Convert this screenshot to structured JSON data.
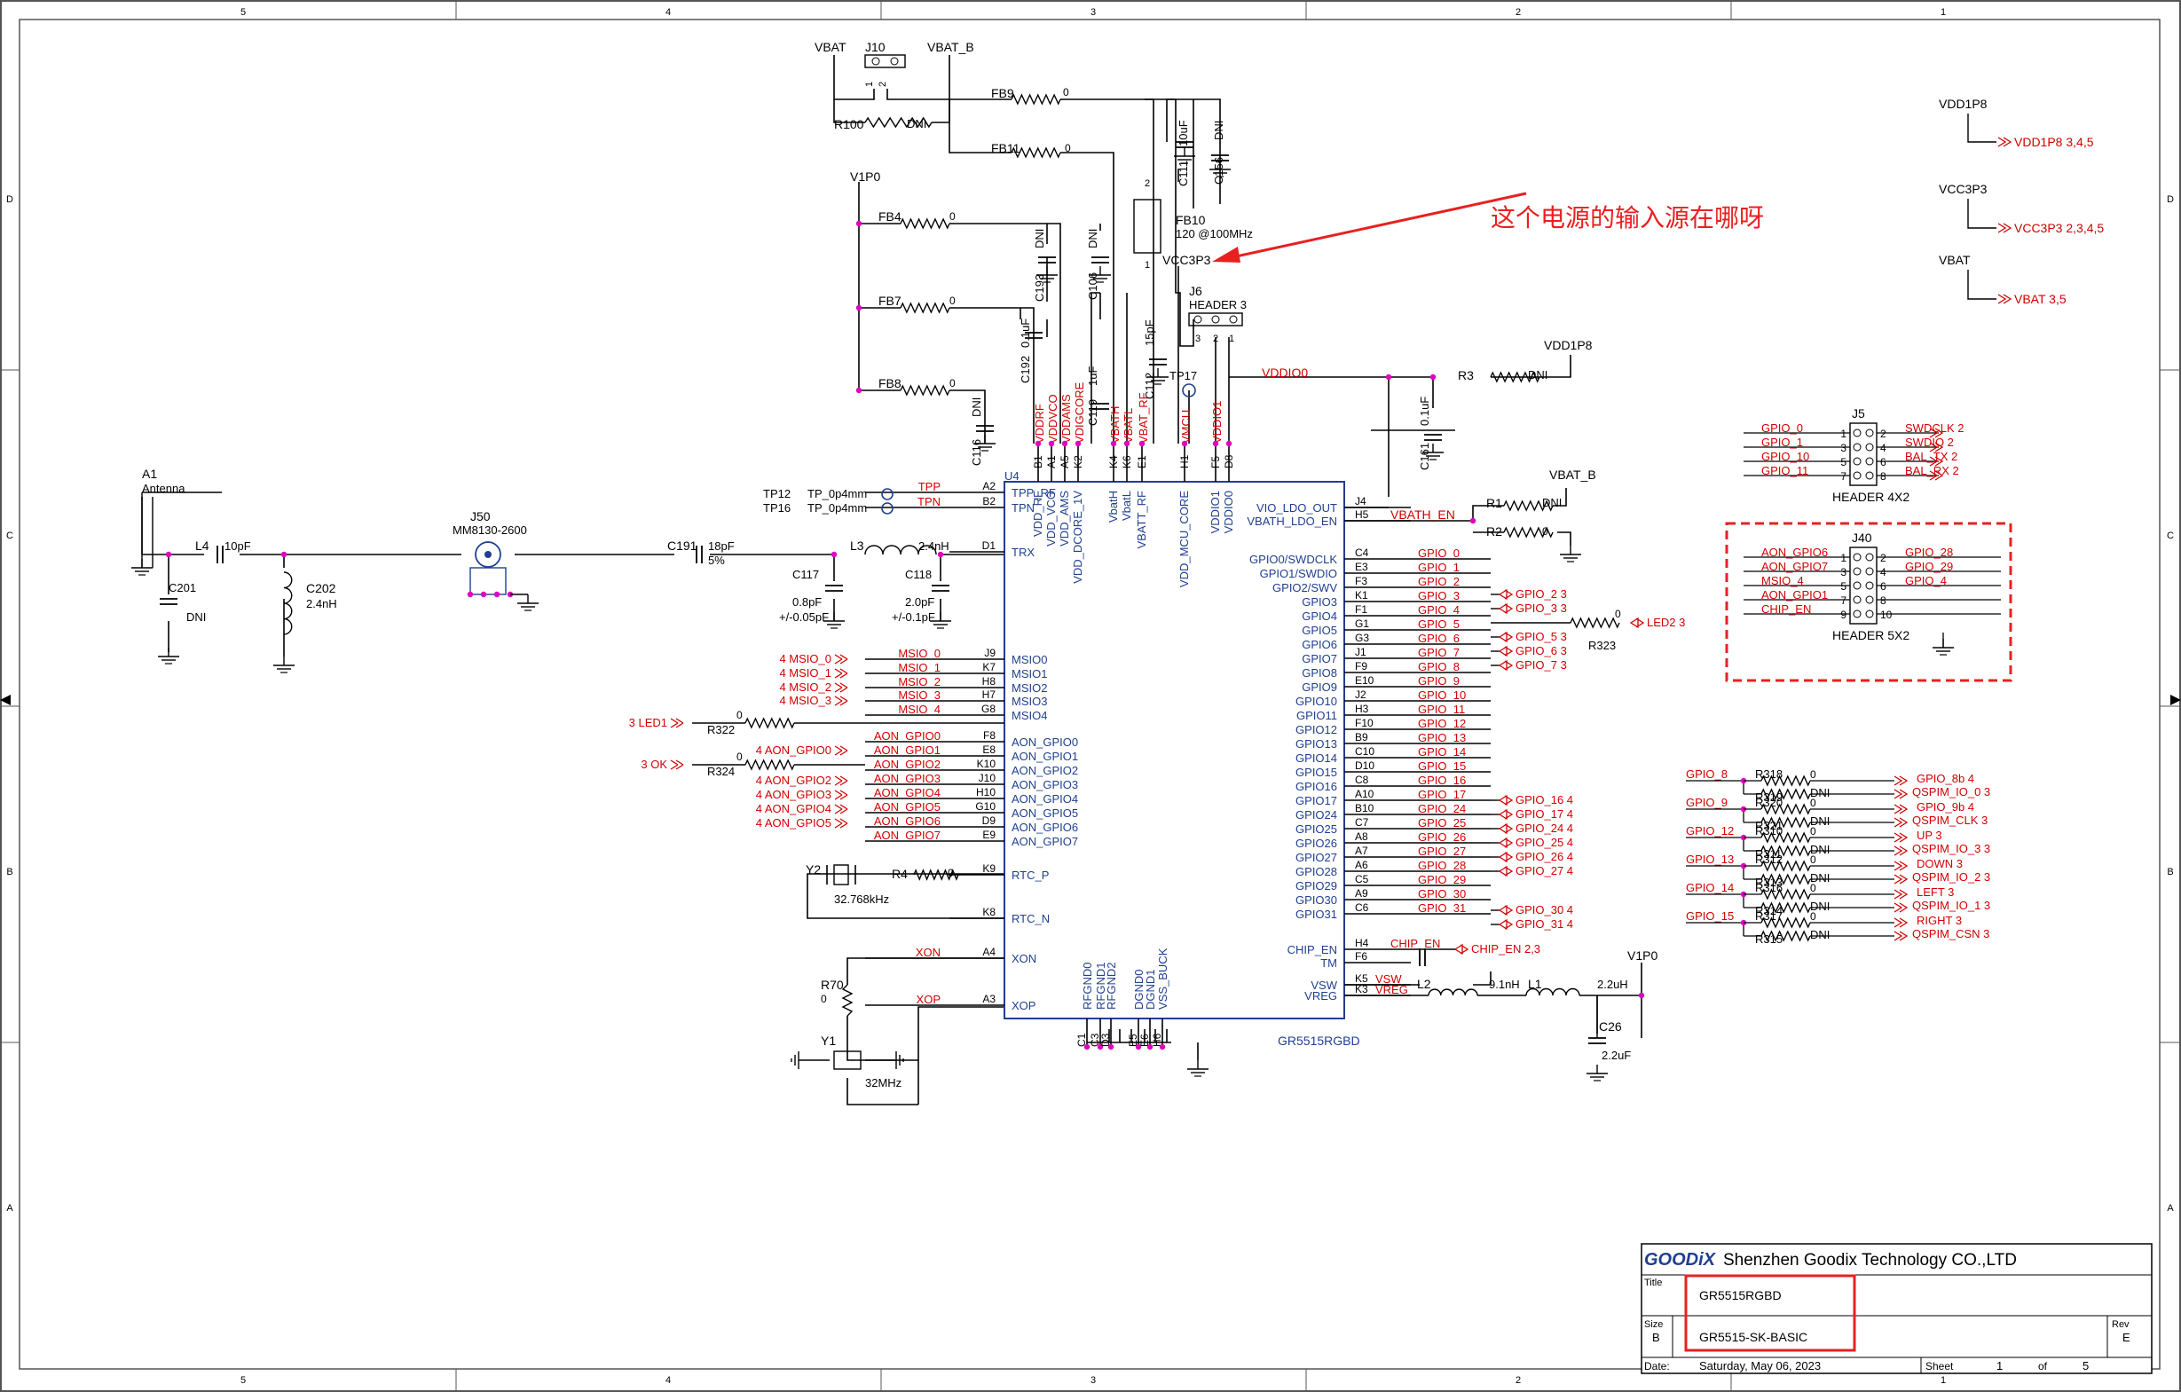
{
  "colors": {
    "red": "#d10000",
    "blue": "#1f3f8f",
    "green": "#6b8f00",
    "black": "#000000",
    "magenta": "#e000c0",
    "callout": "#e82020"
  },
  "border": {
    "columns_top": [
      "5",
      "4",
      "3",
      "2",
      "1"
    ],
    "rows_left": [
      "D",
      "C",
      "B",
      "A"
    ]
  },
  "power": {
    "vbat": "VBAT",
    "vbat_b": "VBAT_B",
    "v1p0": "V1P0",
    "vddio0": "VDDIO0",
    "vdd1p8": "VDD1P8",
    "vcc3p3": "VCC3P3",
    "vbath_en": "VBATH_EN",
    "vbat_b2": "VBAT_B",
    "v1p0_2": "V1P0",
    "vdd1p8_2": "VDD1P8"
  },
  "offpage": [
    {
      "net": "VDD1P8",
      "ref": "VDD1P8  3,4,5"
    },
    {
      "net": "VCC3P3",
      "ref": "VCC3P3  2,3,4,5"
    },
    {
      "net": "VBAT",
      "ref": "VBAT  3,5"
    }
  ],
  "parts": {
    "j10": "J10",
    "r100": "R100",
    "dni": "DNI",
    "fb9": "FB9",
    "fb11": "FB11",
    "zero": "0",
    "c111": "C111",
    "c111v": "10uF",
    "c156": "C156",
    "fb10": "FB10",
    "fb10v": "120 @100MHz",
    "fb4": "FB4",
    "fb7": "FB7",
    "fb8": "FB8",
    "c193": "C193",
    "c192": "C192",
    "c192v": "0.1uF",
    "c106": "C106",
    "c119": "C119",
    "c119v": "1uF",
    "c116": "C116",
    "c112": "C112",
    "c112v": "15pF",
    "tp17": "TP17",
    "j6": "J6",
    "j6v": "HEADER 3",
    "r3": "R3",
    "c161": "C161",
    "c161v": "0.1uF",
    "r1": "R1",
    "r2": "R2",
    "u4": "U4",
    "a1": "A1",
    "a1v": "Antenna",
    "j50": "J50",
    "j50v": "MM8130-2600",
    "l4": "L4",
    "l4v": "10pF",
    "c201": "C201",
    "c202": "C202",
    "c202v": "2.4nH",
    "c191": "C191",
    "c191v": "18pF",
    "c191t": "5%",
    "l3": "L3",
    "l3v": "2.4nH",
    "c117": "C117",
    "c117v": "0.8pF",
    "c117t": "+/-0.05pF",
    "c118": "C118",
    "c118v": "2.0pF",
    "c118t": "+/-0.1pF",
    "tp12": "TP12",
    "tp16": "TP16",
    "tp0p4": "TP_0p4mm",
    "r322": "R322",
    "r324": "R324",
    "r323": "R323",
    "y2": "Y2",
    "y2v": "32.768kHz",
    "r4": "R4",
    "r70": "R70",
    "y1": "Y1",
    "y1v": "32MHz",
    "l2": "L2",
    "l2v": "9.1nH",
    "l1": "L1",
    "l1v": "2.2uH",
    "c26": "C26",
    "c26v": "2.2uF",
    "j5": "J5",
    "j5v": "HEADER 4X2",
    "j40": "J40",
    "j40v": "HEADER 5X2",
    "chip": "GR5515RGBD"
  },
  "chip_top_pins": [
    {
      "num": "B1",
      "name": "VDD_RF"
    },
    {
      "num": "A1",
      "name": "VDD_VCO"
    },
    {
      "num": "A5",
      "name": "VDD_AMS"
    },
    {
      "num": "K2",
      "name": "VDD_DCORE_1V"
    },
    {
      "num": "K4",
      "name": "VbatH"
    },
    {
      "num": "K6",
      "name": "VbatL"
    },
    {
      "num": "E1",
      "name": "VBATT_RF"
    },
    {
      "num": "H1",
      "name": "VDD_MCU_CORE"
    },
    {
      "num": "F5",
      "name": "VDDIO1"
    },
    {
      "num": "D8",
      "name": "VDDIO0"
    }
  ],
  "chip_top_nets": [
    "VDDRF",
    "VDDVCO",
    "VDDAMS",
    "VDIGCORE",
    "VBATH",
    "VBATL",
    "VBAT_RF",
    "VMCU",
    "VDDIO1"
  ],
  "chip_left_pins": [
    {
      "num": "A2",
      "name": "TPP_RF",
      "net": "TPP"
    },
    {
      "num": "B2",
      "name": "TPN",
      "net": "TPN"
    },
    {
      "num": "D1",
      "name": "TRX",
      "net": ""
    },
    {
      "num": "J9",
      "name": "MSIO0",
      "net": "MSIO_0"
    },
    {
      "num": "K7",
      "name": "MSIO1",
      "net": "MSIO_1"
    },
    {
      "num": "H8",
      "name": "MSIO2",
      "net": "MSIO_2"
    },
    {
      "num": "H7",
      "name": "MSIO3",
      "net": "MSIO_3"
    },
    {
      "num": "G8",
      "name": "MSIO4",
      "net": "MSIO_4"
    },
    {
      "num": "F8",
      "name": "AON_GPIO0",
      "net": "AON_GPIO0"
    },
    {
      "num": "E8",
      "name": "AON_GPIO1",
      "net": "AON_GPIO1"
    },
    {
      "num": "K10",
      "name": "AON_GPIO2",
      "net": "AON_GPIO2"
    },
    {
      "num": "J10",
      "name": "AON_GPIO3",
      "net": "AON_GPIO3"
    },
    {
      "num": "H10",
      "name": "AON_GPIO4",
      "net": "AON_GPIO4"
    },
    {
      "num": "G10",
      "name": "AON_GPIO5",
      "net": "AON_GPIO5"
    },
    {
      "num": "D9",
      "name": "AON_GPIO6",
      "net": "AON_GPIO6"
    },
    {
      "num": "E9",
      "name": "AON_GPIO7",
      "net": "AON_GPIO7"
    },
    {
      "num": "K9",
      "name": "RTC_P",
      "net": ""
    },
    {
      "num": "K8",
      "name": "RTC_N",
      "net": ""
    },
    {
      "num": "A4",
      "name": "XON",
      "net": "XON"
    },
    {
      "num": "A3",
      "name": "XOP",
      "net": "XOP"
    }
  ],
  "left_offpage": [
    {
      "label": "4  MSIO_0"
    },
    {
      "label": "4  MSIO_1"
    },
    {
      "label": "4  MSIO_2"
    },
    {
      "label": "4  MSIO_3"
    },
    {
      "label": "3  LED1"
    },
    {
      "label": "4  AON_GPIO0"
    },
    {
      "label": "3  OK"
    },
    {
      "label": "4  AON_GPIO2"
    },
    {
      "label": "4  AON_GPIO3"
    },
    {
      "label": "4  AON_GPIO4"
    },
    {
      "label": "4  AON_GPIO5"
    }
  ],
  "chip_right_pins": [
    {
      "num": "J4",
      "name": "VIO_LDO_OUT",
      "net": ""
    },
    {
      "num": "H5",
      "name": "VBATH_LDO_EN",
      "net": "VBATH_EN"
    },
    {
      "num": "C4",
      "name": "GPIO0/SWDCLK",
      "net": "GPIO_0"
    },
    {
      "num": "E3",
      "name": "GPIO1/SWDIO",
      "net": "GPIO_1"
    },
    {
      "num": "F3",
      "name": "GPIO2/SWV",
      "net": "GPIO_2"
    },
    {
      "num": "K1",
      "name": "GPIO3",
      "net": "GPIO_3"
    },
    {
      "num": "F1",
      "name": "GPIO4",
      "net": "GPIO_4"
    },
    {
      "num": "G1",
      "name": "GPIO5",
      "net": "GPIO_5"
    },
    {
      "num": "G3",
      "name": "GPIO6",
      "net": "GPIO_6"
    },
    {
      "num": "J1",
      "name": "GPIO7",
      "net": "GPIO_7"
    },
    {
      "num": "F9",
      "name": "GPIO8",
      "net": "GPIO_8"
    },
    {
      "num": "E10",
      "name": "GPIO9",
      "net": "GPIO_9"
    },
    {
      "num": "J2",
      "name": "GPIO10",
      "net": "GPIO_10"
    },
    {
      "num": "H3",
      "name": "GPIO11",
      "net": "GPIO_11"
    },
    {
      "num": "F10",
      "name": "GPIO12",
      "net": "GPIO_12"
    },
    {
      "num": "B9",
      "name": "GPIO13",
      "net": "GPIO_13"
    },
    {
      "num": "C10",
      "name": "GPIO14",
      "net": "GPIO_14"
    },
    {
      "num": "D10",
      "name": "GPIO15",
      "net": "GPIO_15"
    },
    {
      "num": "C8",
      "name": "GPIO16",
      "net": "GPIO_16"
    },
    {
      "num": "A10",
      "name": "GPIO17",
      "net": "GPIO_17"
    },
    {
      "num": "B10",
      "name": "GPIO24",
      "net": "GPIO_24"
    },
    {
      "num": "C7",
      "name": "GPIO25",
      "net": "GPIO_25"
    },
    {
      "num": "A8",
      "name": "GPIO26",
      "net": "GPIO_26"
    },
    {
      "num": "A7",
      "name": "GPIO27",
      "net": "GPIO_27"
    },
    {
      "num": "A6",
      "name": "GPIO28",
      "net": "GPIO_28"
    },
    {
      "num": "C5",
      "name": "GPIO29",
      "net": "GPIO_29"
    },
    {
      "num": "A9",
      "name": "GPIO30",
      "net": "GPIO_30"
    },
    {
      "num": "C6",
      "name": "GPIO31",
      "net": "GPIO_31"
    },
    {
      "num": "H4",
      "name": "CHIP_EN",
      "net": "CHIP_EN"
    },
    {
      "num": "F6",
      "name": "TM",
      "net": ""
    },
    {
      "num": "K5",
      "name": "VSW",
      "net": "VSW"
    },
    {
      "num": "K3",
      "name": "VREG",
      "net": "VREG"
    }
  ],
  "right_offpage": [
    "GPIO_2  3",
    "GPIO_3  3",
    "GPIO_5  3",
    "GPIO_6  3",
    "GPIO_7  3",
    "GPIO_16  4",
    "GPIO_17  4",
    "GPIO_24  4",
    "GPIO_25  4",
    "GPIO_26  4",
    "GPIO_27  4",
    "GPIO_30  4",
    "GPIO_31  4"
  ],
  "led2": "LED2  3",
  "chip_en_ref": "CHIP_EN  2,3",
  "chip_bottom_pins": [
    {
      "num": "C1",
      "name": "RFGND0"
    },
    {
      "num": "C3",
      "name": "RFGND1"
    },
    {
      "num": "D3",
      "name": "RFGND2"
    },
    {
      "num": "E5",
      "name": "DGND0"
    },
    {
      "num": "E6",
      "name": "DGND1"
    },
    {
      "num": "H6",
      "name": "VSS_BUCK"
    }
  ],
  "j5_rows": [
    {
      "l": "GPIO_0",
      "ln": "1",
      "rn": "2",
      "r": "SWDCLK  2"
    },
    {
      "l": "GPIO_1",
      "ln": "3",
      "rn": "4",
      "r": "SWDIO  2"
    },
    {
      "l": "GPIO_10",
      "ln": "5",
      "rn": "6",
      "r": "BAL_TX  2"
    },
    {
      "l": "GPIO_11",
      "ln": "7",
      "rn": "8",
      "r": "BAL_RX  2"
    }
  ],
  "j40_rows": [
    {
      "l": "AON_GPIO6",
      "ln": "1",
      "rn": "2",
      "r": "GPIO_28"
    },
    {
      "l": "AON_GPIO7",
      "ln": "3",
      "rn": "4",
      "r": "GPIO_29"
    },
    {
      "l": "MSIO_4",
      "ln": "5",
      "rn": "6",
      "r": "GPIO_4"
    },
    {
      "l": "AON_GPIO1",
      "ln": "7",
      "rn": "8",
      "r": ""
    },
    {
      "l": "CHIP_EN",
      "ln": "9",
      "rn": "10",
      "r": ""
    }
  ],
  "res_array": [
    {
      "net": "GPIO_8",
      "r1": "R318",
      "v1": "0",
      "o1": "GPIO_8b  4",
      "r2": "R319",
      "v2": "DNI",
      "o2": "QSPIM_IO_0  3"
    },
    {
      "net": "GPIO_9",
      "r1": "R320",
      "v1": "0",
      "o1": "GPIO_9b  4",
      "r2": "R321",
      "v2": "DNI",
      "o2": "QSPIM_CLK  3"
    },
    {
      "net": "GPIO_12",
      "r1": "R310",
      "v1": "0",
      "o1": "UP  3",
      "r2": "R311",
      "v2": "DNI",
      "o2": "QSPIM_IO_3  3"
    },
    {
      "net": "GPIO_13",
      "r1": "R312",
      "v1": "0",
      "o1": "DOWN  3",
      "r2": "R313",
      "v2": "DNI",
      "o2": "QSPIM_IO_2  3"
    },
    {
      "net": "GPIO_14",
      "r1": "R316",
      "v1": "0",
      "o1": "LEFT  3",
      "r2": "R314",
      "v2": "DNI",
      "o2": "QSPIM_IO_1  3"
    },
    {
      "net": "GPIO_15",
      "r1": "R317",
      "v1": "0",
      "o1": "RIGHT  3",
      "r2": "R315",
      "v2": "DNI",
      "o2": "QSPIM_CSN  3"
    }
  ],
  "annotation": {
    "text": "这个电源的输入源在哪呀"
  },
  "title_block": {
    "logo": "GOODiX",
    "company": "Shenzhen Goodix Technology CO.,LTD",
    "title_label": "Title",
    "title": "GR5515RGBD",
    "size_label": "Size",
    "size": "B",
    "doc": "GR5515-SK-BASIC",
    "rev_label": "Rev",
    "rev": "E",
    "date_label": "Date:",
    "date": "Saturday, May 06, 2023",
    "sheet_label": "Sheet",
    "sheet": "1",
    "of_label": "of",
    "total": "5"
  }
}
